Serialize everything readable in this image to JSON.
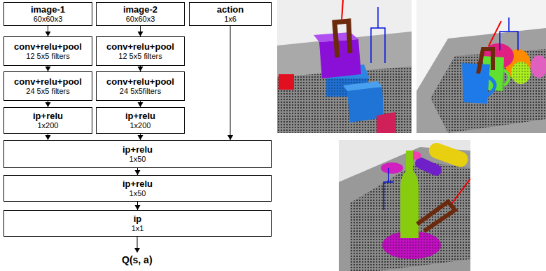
{
  "diagram": {
    "nodes": [
      {
        "text": [
          "image-1",
          "60x60x3"
        ]
      },
      {
        "text": [
          "image-2",
          "60x60x3"
        ]
      },
      {
        "text": [
          "action",
          "1x6"
        ]
      },
      {
        "text": [
          "conv+relu+pool",
          "12 5x5 filters"
        ]
      },
      {
        "text": [
          "conv+relu+pool",
          "12 5x5 filters"
        ]
      },
      {
        "text": [
          "conv+relu+pool",
          "24 5x5 filters"
        ]
      },
      {
        "text": [
          "conv+relu+pool",
          "24 5x5filters"
        ]
      },
      {
        "text": [
          "ip+relu",
          "1x200"
        ]
      },
      {
        "text": [
          "ip+relu",
          "1x200"
        ]
      },
      {
        "text": [
          "ip+relu",
          "1x50"
        ]
      },
      {
        "text": [
          "ip+relu",
          "1x50"
        ]
      },
      {
        "text": [
          "ip",
          "1x1"
        ]
      }
    ],
    "edges": [
      {
        "from": 0,
        "to": 3,
        "arrow": "to"
      },
      {
        "from": 3,
        "to": 5,
        "arrow": "to"
      },
      {
        "from": 5,
        "to": 7,
        "arrow": "to"
      },
      {
        "from": 7,
        "to": 9,
        "arrow": "to"
      },
      {
        "from": 1,
        "to": 4,
        "arrow": "to"
      },
      {
        "from": 4,
        "to": 6,
        "arrow": "to"
      },
      {
        "from": 6,
        "to": 8,
        "arrow": "to"
      },
      {
        "from": 8,
        "to": 9,
        "arrow": "to"
      },
      {
        "from": 2,
        "to": 9,
        "arrow": "to"
      },
      {
        "from": 9,
        "to": 10,
        "arrow": "to"
      },
      {
        "from": 10,
        "to": 11,
        "arrow": "to"
      }
    ],
    "labels": [
      "Q(s, a)"
    ]
  }
}
